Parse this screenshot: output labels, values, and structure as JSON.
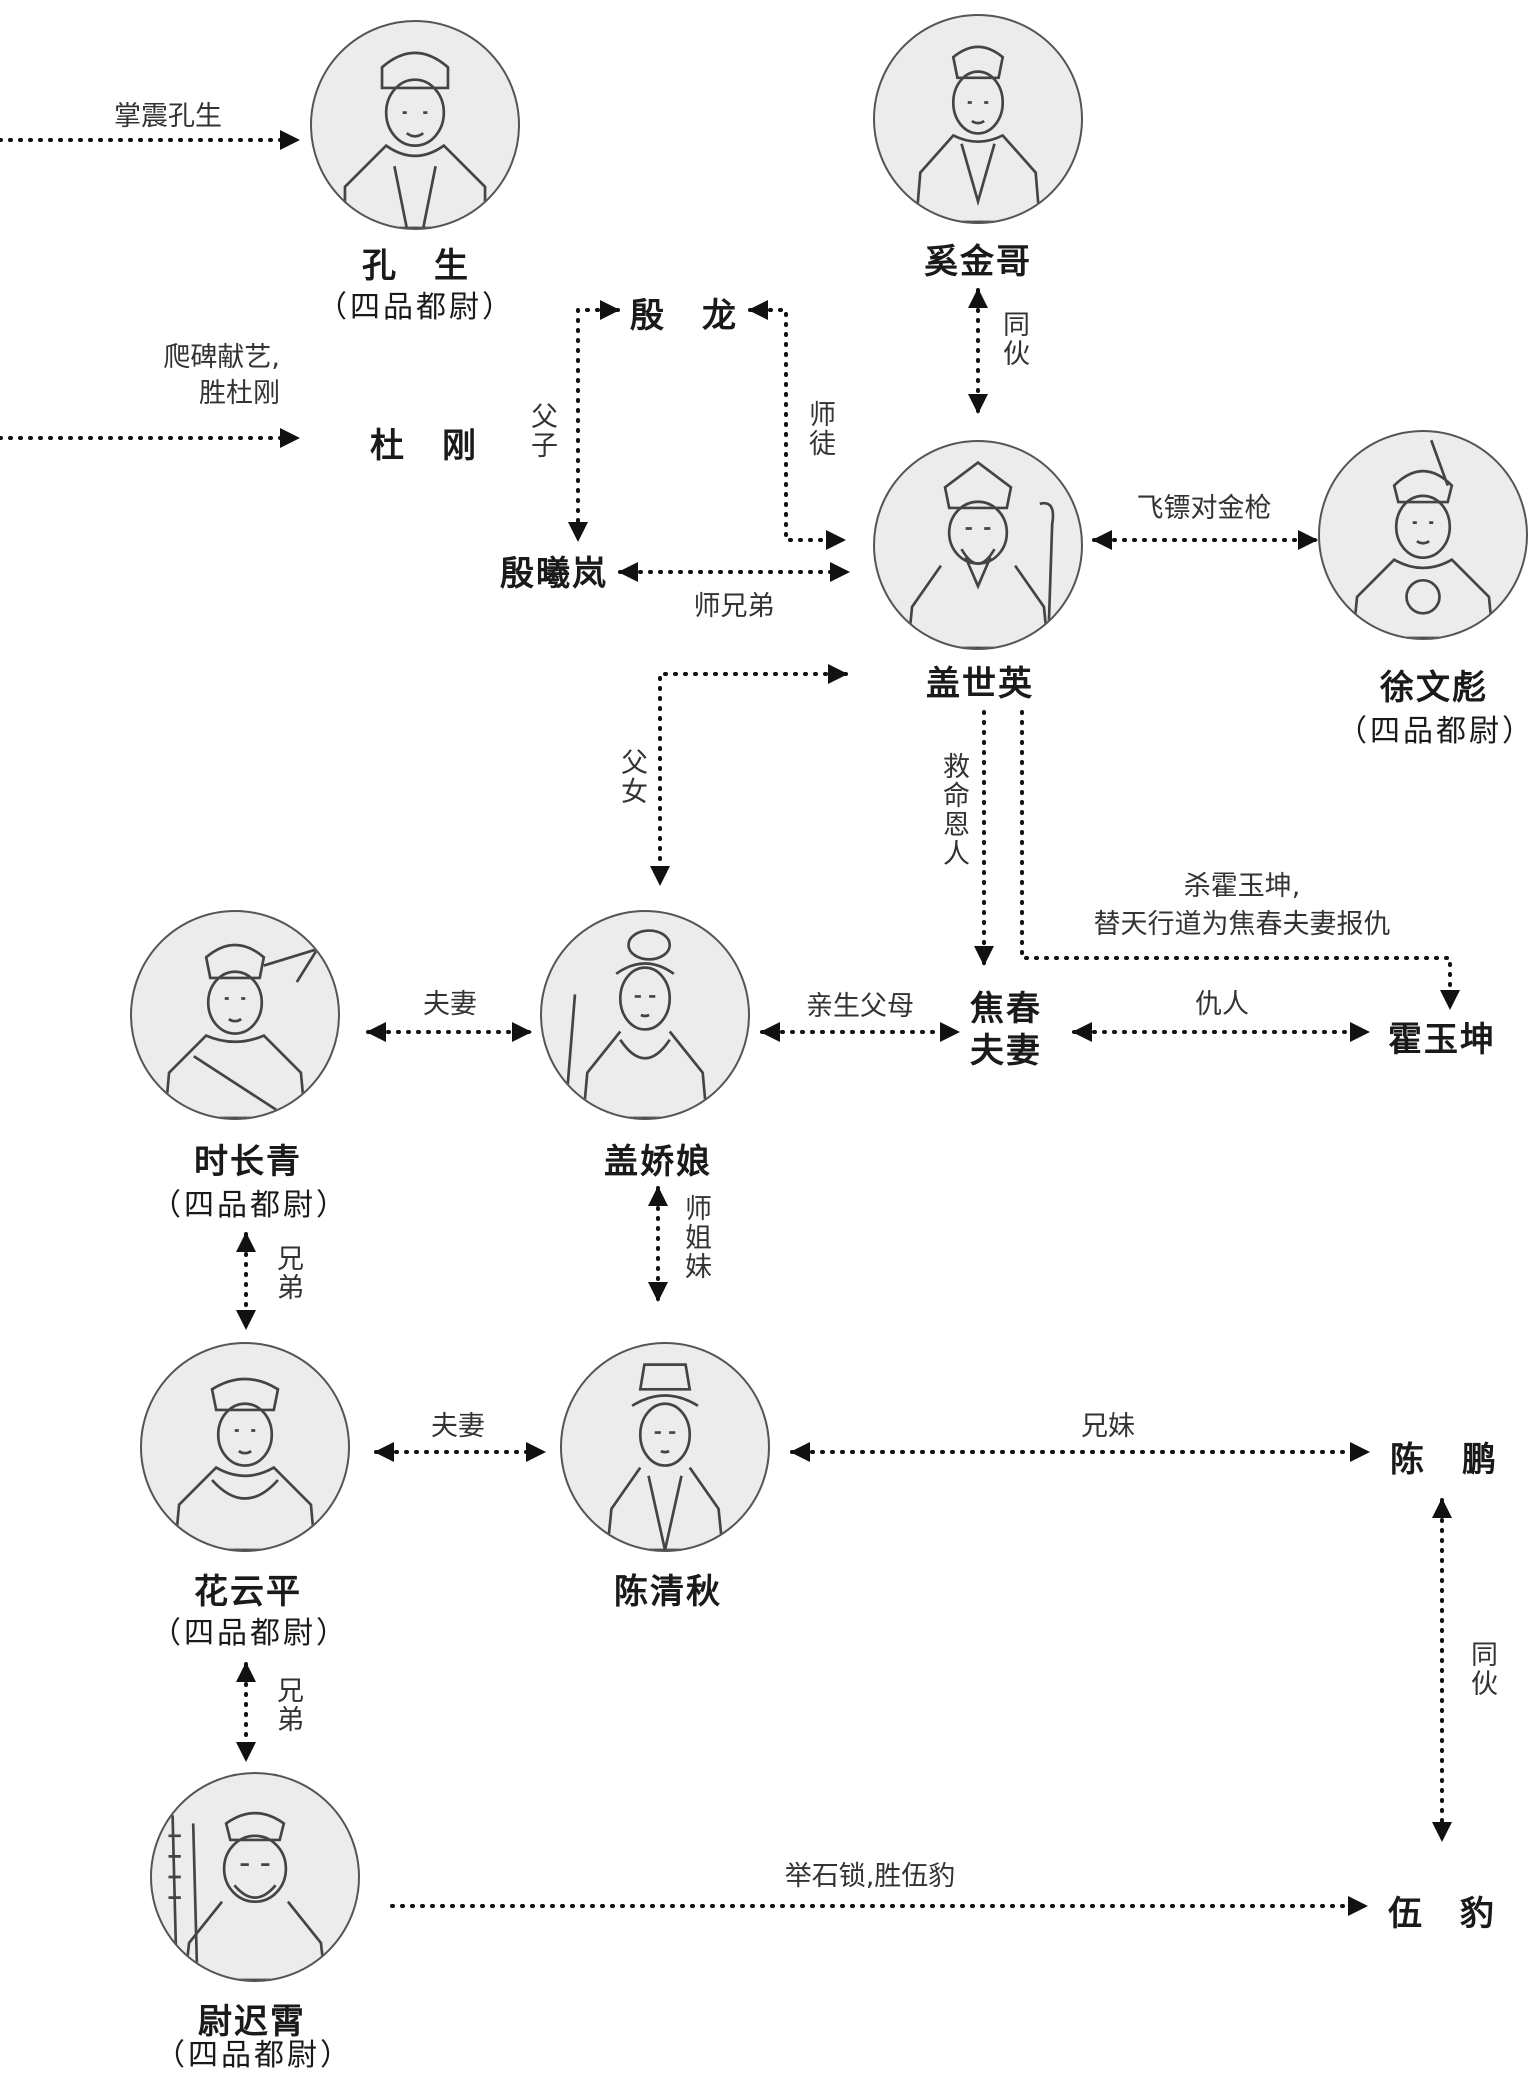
{
  "people": {
    "kong_sheng": {
      "name": "孔　生",
      "title": "（四品都尉）"
    },
    "xi_jinge": {
      "name": "奚金哥"
    },
    "yin_long": {
      "name": "殷　龙"
    },
    "du_gang": {
      "name": "杜　刚"
    },
    "yin_xilan": {
      "name": "殷曦岚"
    },
    "gai_shiying": {
      "name": "盖世英"
    },
    "xu_wenbiao": {
      "name": "徐文彪",
      "title": "（四品都尉）"
    },
    "jiao_chun": {
      "name": "焦春\n夫妻"
    },
    "huo_yukun": {
      "name": "霍玉坤"
    },
    "shi_changqing": {
      "name": "时长青",
      "title": "（四品都尉）"
    },
    "gai_jiaoniang": {
      "name": "盖娇娘"
    },
    "hua_yunping": {
      "name": "花云平",
      "title": "（四品都尉）"
    },
    "chen_qingqiu": {
      "name": "陈清秋"
    },
    "chen_peng": {
      "name": "陈　鹏"
    },
    "wei_chixiao": {
      "name": "尉迟霄",
      "title": "（四品都尉）"
    },
    "wu_bao": {
      "name": "伍　豹"
    }
  },
  "relations": {
    "zhang_zhen": "掌震孔生",
    "pa_bei": "爬碑献艺,\n胜杜刚",
    "fu_zi": "父子",
    "shi_tu": "师徒",
    "tong_huo_1": "同伙",
    "fei_biao": "飞镖对金枪",
    "shi_xiong_di": "师兄弟",
    "fu_nv": "父女",
    "jiu_ming": "救命恩人",
    "sha_huo": "杀霍玉坤,\n替天行道为焦春夫妻报仇",
    "fu_qi_1": "夫妻",
    "qin_sheng": "亲生父母",
    "chou_ren": "仇人",
    "xiong_di_1": "兄弟",
    "shi_zi_mei": "师姐妹",
    "fu_qi_2": "夫妻",
    "xiong_mei": "兄妹",
    "xiong_di_2": "兄弟",
    "tong_huo_2": "同伙",
    "ju_shi": "举石锁,胜伍豹"
  },
  "colors": {
    "line": "#111111",
    "portrait_bg": "#ececec",
    "portrait_stroke": "#444444"
  }
}
